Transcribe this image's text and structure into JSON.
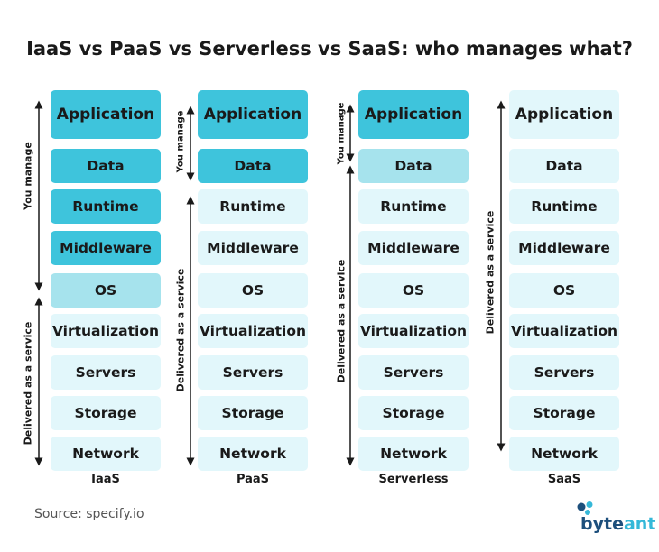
{
  "title": "IaaS vs PaaS vs Serverless vs SaaS: who manages what?",
  "layers": [
    "Application",
    "Data",
    "Runtime",
    "Middleware",
    "OS",
    "Virtualization",
    "Servers",
    "Storage",
    "Network"
  ],
  "columns": [
    {
      "name": "IaaS",
      "you_manage_label": "You manage",
      "service_label": "Delivered as a service",
      "shades": [
        "dark",
        "dark",
        "dark",
        "dark",
        "mid",
        "light",
        "light",
        "light",
        "light"
      ]
    },
    {
      "name": "PaaS",
      "you_manage_label": "You manage",
      "service_label": "Delivered as a service",
      "shades": [
        "dark",
        "dark",
        "light",
        "light",
        "light",
        "light",
        "light",
        "light",
        "light"
      ]
    },
    {
      "name": "Serverless",
      "you_manage_label": "You manage",
      "service_label": "Delivered as a service",
      "shades": [
        "dark",
        "mid",
        "light",
        "light",
        "light",
        "light",
        "light",
        "light",
        "light"
      ]
    },
    {
      "name": "SaaS",
      "you_manage_label": "",
      "service_label": "Delivered as a service",
      "shades": [
        "light",
        "light",
        "light",
        "light",
        "light",
        "light",
        "light",
        "light",
        "light"
      ]
    }
  ],
  "colors": {
    "dark": "#3ec4dc",
    "mid": "#a6e3ed",
    "light": "#e2f7fb"
  },
  "source": "Source: specify.io",
  "logo": {
    "part1": "byte",
    "part2": "ant"
  }
}
